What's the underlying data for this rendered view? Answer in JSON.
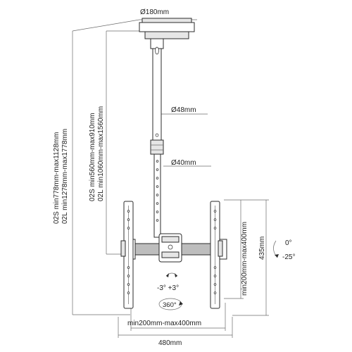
{
  "labels": {
    "dia_plate": "Ø180mm",
    "dia_upper": "Ø48mm",
    "dia_lower": "Ø40mm",
    "total_2s": "02S min778mm-max1128mm",
    "total_2l": "02L min1278mm-max1778mm",
    "pole_2s": "02S min560mm-max910mm",
    "pole_2l": "02L min1060mm-max1560mm",
    "vesa_vertical": "min200mm-max400mm",
    "vesa_horizontal": "min200mm-max400mm",
    "arm_height": "435mm",
    "arm_width": "480mm",
    "tilt_top": "0°",
    "tilt_bottom": "-25°",
    "swivel": "-3° +3°",
    "rotation": "360°"
  },
  "colors": {
    "line": "#2b2b2b",
    "dimension": "#6b6b6b",
    "fill_light": "#e6e6e6",
    "fill_dark": "#bdbdbd"
  }
}
